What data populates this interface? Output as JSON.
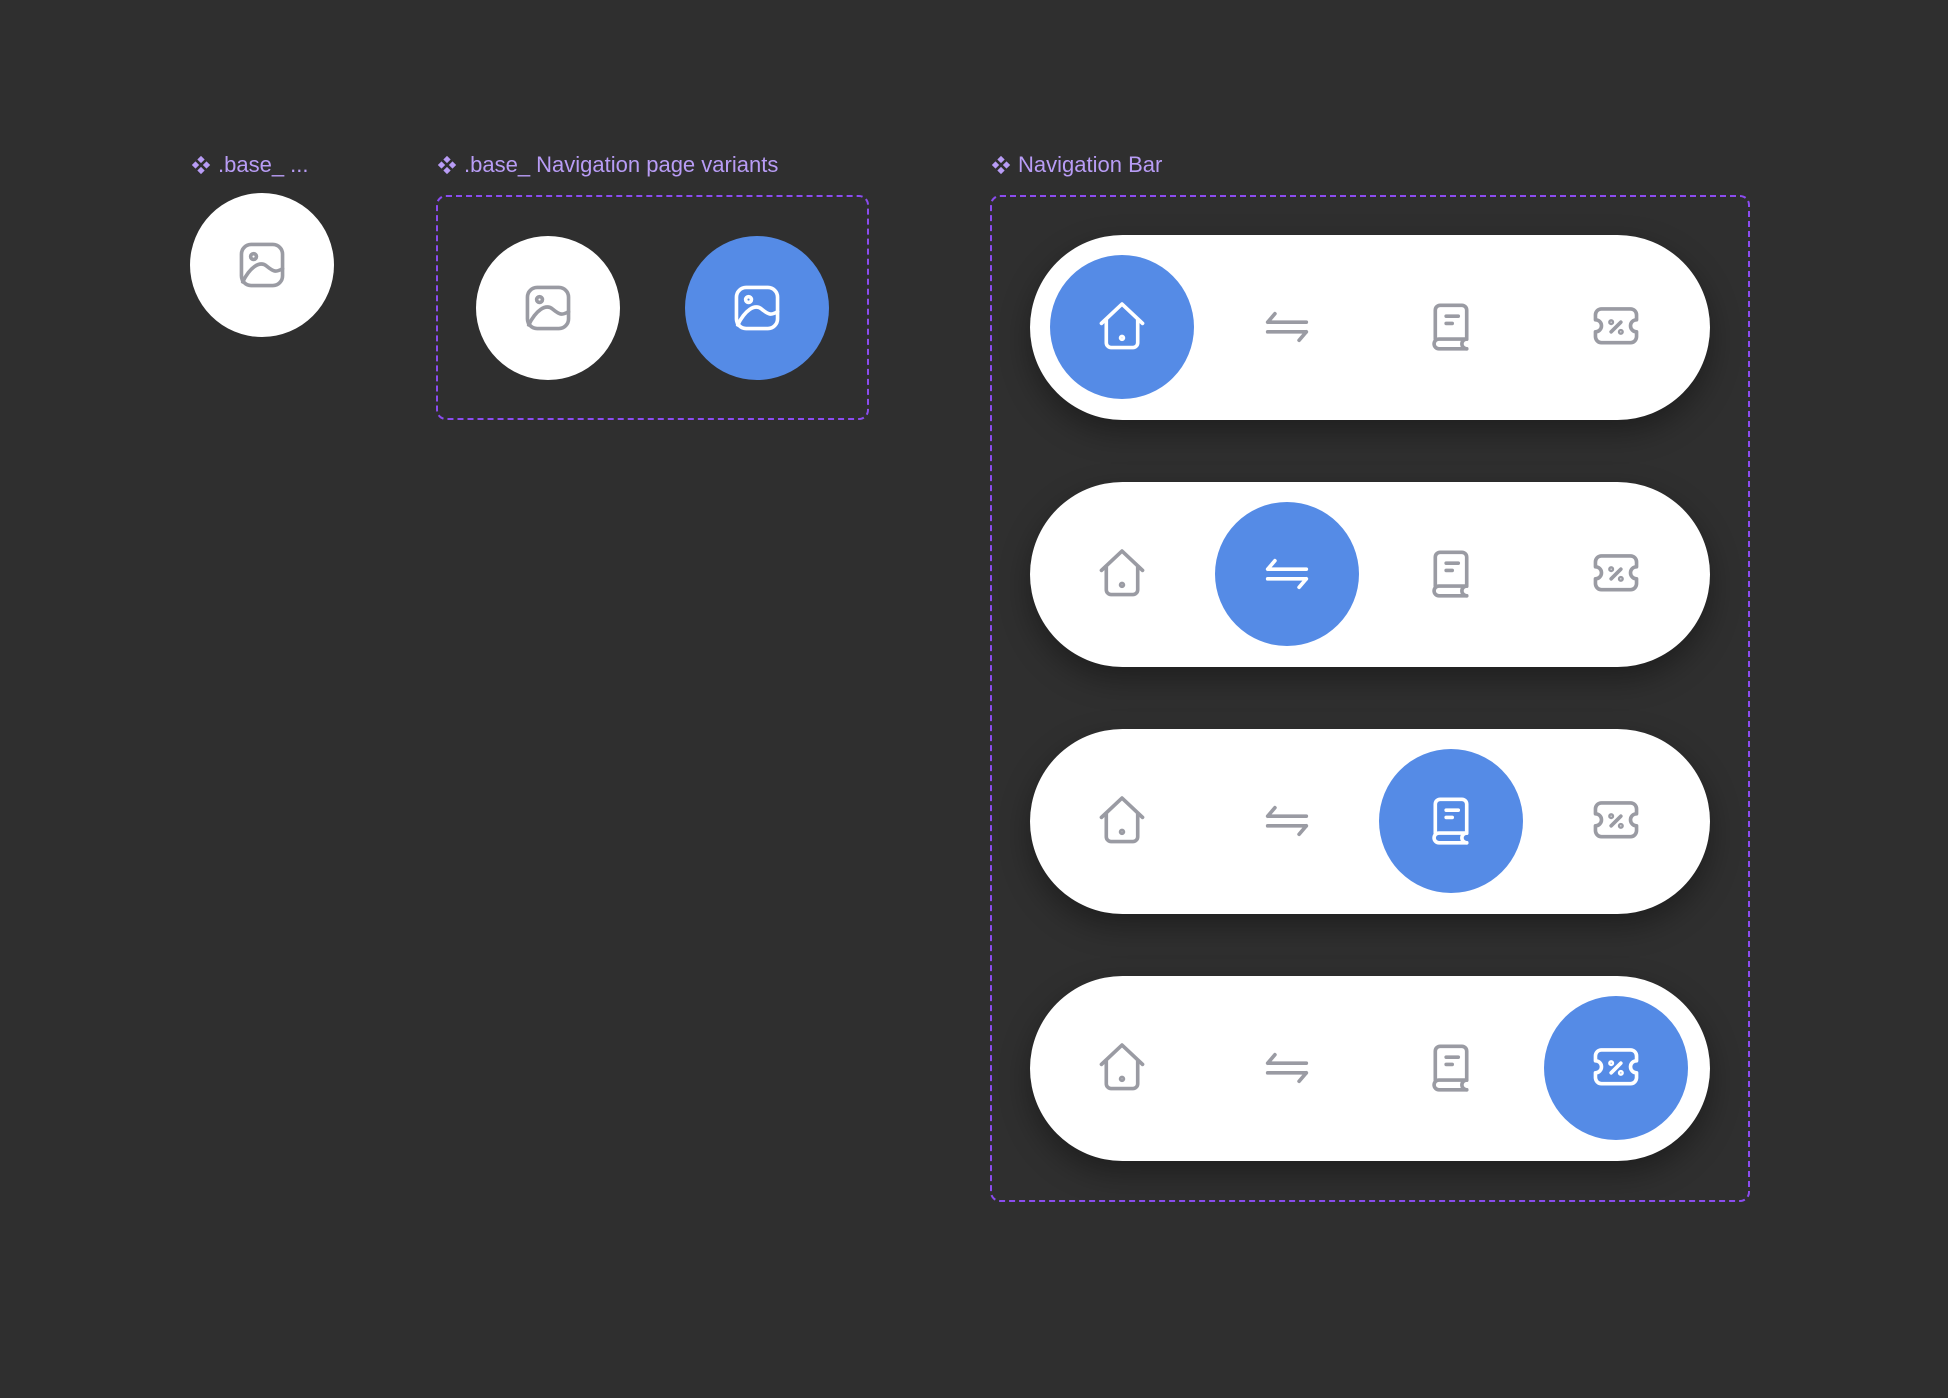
{
  "components": {
    "base_item": {
      "label": ".base_ ..."
    },
    "page_variants": {
      "label": ".base_ Navigation page variants",
      "variants": [
        "default",
        "active"
      ]
    },
    "navigation_bar": {
      "label": "Navigation Bar",
      "items": [
        "home",
        "transfer",
        "book",
        "discount"
      ],
      "variants": [
        {
          "active": "home"
        },
        {
          "active": "transfer"
        },
        {
          "active": "book"
        },
        {
          "active": "discount"
        }
      ]
    }
  },
  "colors": {
    "background": "#2f2f2f",
    "accent": "#558be6",
    "frame": "#8b4cf0",
    "label": "#b89cf5",
    "icon": "#9a9ba3"
  }
}
